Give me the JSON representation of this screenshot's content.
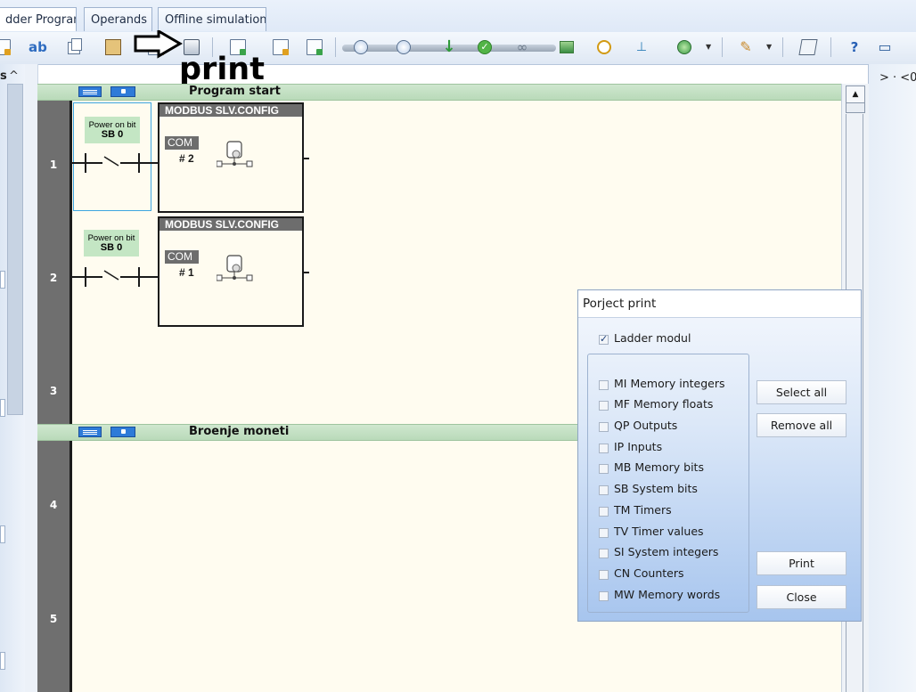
{
  "tabs": [
    {
      "label": "dder Program",
      "active": true
    },
    {
      "label": "Operands",
      "active": false
    },
    {
      "label": "Offline simulation",
      "active": false
    }
  ],
  "toolbar": {
    "icons": [
      "database-icon",
      "rename-icon",
      "copy-icon",
      "paste-icon",
      "document-icon",
      "print-icon",
      "page-icon",
      "export-icon",
      "run-icon",
      "stop-icon",
      "play-icon",
      "download-icon",
      "check-icon",
      "link-icon",
      "image-icon",
      "clock-icon",
      "hierarchy-icon",
      "globe-icon",
      "wrench-icon",
      "note-icon",
      "help-icon",
      "book-icon"
    ]
  },
  "annotation": {
    "label": "print",
    "color": "#000000"
  },
  "left_panel": {
    "tag": "s",
    "caret": "^"
  },
  "right_panel": {
    "hint": "> · <0"
  },
  "ladder": {
    "sections": [
      {
        "title": "Program start"
      },
      {
        "title": "Broenje moneti"
      }
    ],
    "rung_numbers": [
      "1",
      "2",
      "3",
      "4",
      "5"
    ],
    "contacts": [
      {
        "label": "Power on bit",
        "operand": "SB 0"
      },
      {
        "label": "Power on bit",
        "operand": "SB 0"
      }
    ],
    "blocks": [
      {
        "title": "MODBUS SLV.CONFIG",
        "port_label": "COM",
        "port_number": "# 2"
      },
      {
        "title": "MODBUS SLV.CONFIG",
        "port_label": "COM",
        "port_number": "# 1"
      }
    ]
  },
  "dialog": {
    "title": "Porject print",
    "ladder_modul": {
      "label": "Ladder modul",
      "checked": true
    },
    "options": [
      {
        "label": "MI Memory integers",
        "checked": false
      },
      {
        "label": "MF Memory floats",
        "checked": false
      },
      {
        "label": "QP Outputs",
        "checked": false
      },
      {
        "label": "IP Inputs",
        "checked": false
      },
      {
        "label": "MB Memory bits",
        "checked": false
      },
      {
        "label": "SB System bits",
        "checked": false
      },
      {
        "label": "TM Timers",
        "checked": false
      },
      {
        "label": "TV Timer values",
        "checked": false
      },
      {
        "label": "SI System integers",
        "checked": false
      },
      {
        "label": "CN Counters",
        "checked": false
      },
      {
        "label": "MW Memory words",
        "checked": false
      }
    ],
    "buttons": {
      "select_all": "Select all",
      "remove_all": "Remove all",
      "print": "Print",
      "close": "Close"
    }
  },
  "colors": {
    "ladder_bg": "#fffcf0",
    "section_header": "#c4e6c4",
    "block_title_bg": "#6d6d6d",
    "rung_number_bg": "#6f6f6f",
    "selection": "#3ea6e0"
  }
}
